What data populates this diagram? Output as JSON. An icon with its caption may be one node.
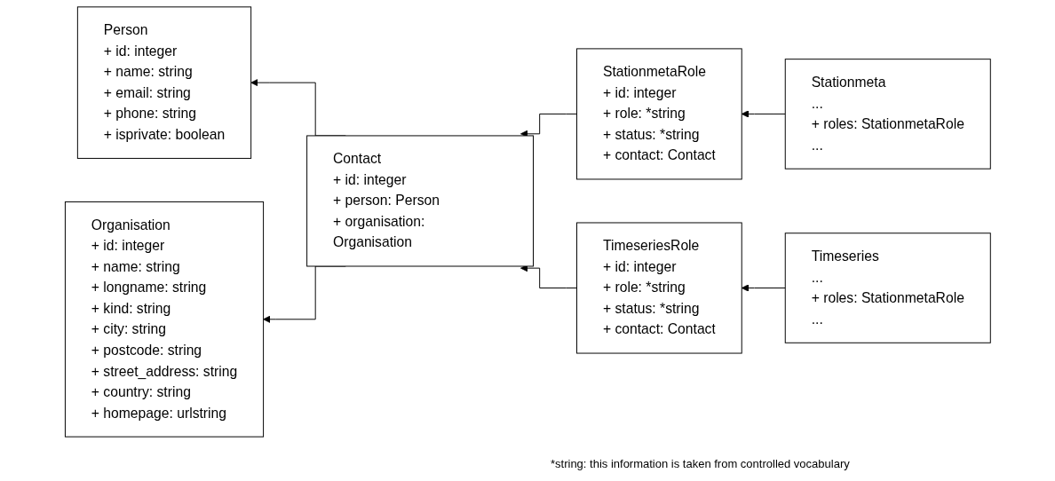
{
  "diagram": {
    "nodes": [
      {
        "text": [
          "Person",
          "+ id: integer",
          "+ name: string",
          "+ email: string",
          "+ phone: string",
          "+ isprivate: boolean"
        ]
      },
      {
        "text": [
          "Contact",
          "+ id: integer",
          "+ person: Person",
          "+ organisation: Organisation"
        ]
      },
      {
        "text": [
          "StationmetaRole",
          "+ id: integer",
          "+ role: *string",
          "+ status: *string",
          "+ contact: Contact"
        ]
      },
      {
        "text": [
          "Stationmeta",
          "...",
          "+ roles: StationmetaRole",
          "..."
        ]
      },
      {
        "text": [
          "Organisation",
          "+ id: integer",
          "+ name: string",
          "+ longname: string",
          "+ kind: string",
          "+ city: string",
          "+ postcode: string",
          "+ street_address: string",
          "+ country: string",
          "+ homepage: urlstring"
        ]
      },
      {
        "text": [
          "TimeseriesRole",
          "+ id: integer",
          "+ role: *string",
          "+ status: *string",
          "+ contact: Contact"
        ]
      },
      {
        "text": [
          "Timeseries",
          "...",
          "+ roles: StationmetaRole",
          "..."
        ]
      }
    ],
    "edges": [
      {
        "from": 1,
        "to": 0,
        "arrow": "to"
      },
      {
        "from": 1,
        "to": 4,
        "arrow": "to"
      },
      {
        "from": 2,
        "to": 1,
        "arrow": "to"
      },
      {
        "from": 5,
        "to": 1,
        "arrow": "to"
      },
      {
        "from": 3,
        "to": 2,
        "arrow": "to"
      },
      {
        "from": 6,
        "to": 5,
        "arrow": "to"
      }
    ],
    "labels": [
      "*string: this information is taken from controlled vocabulary"
    ]
  }
}
